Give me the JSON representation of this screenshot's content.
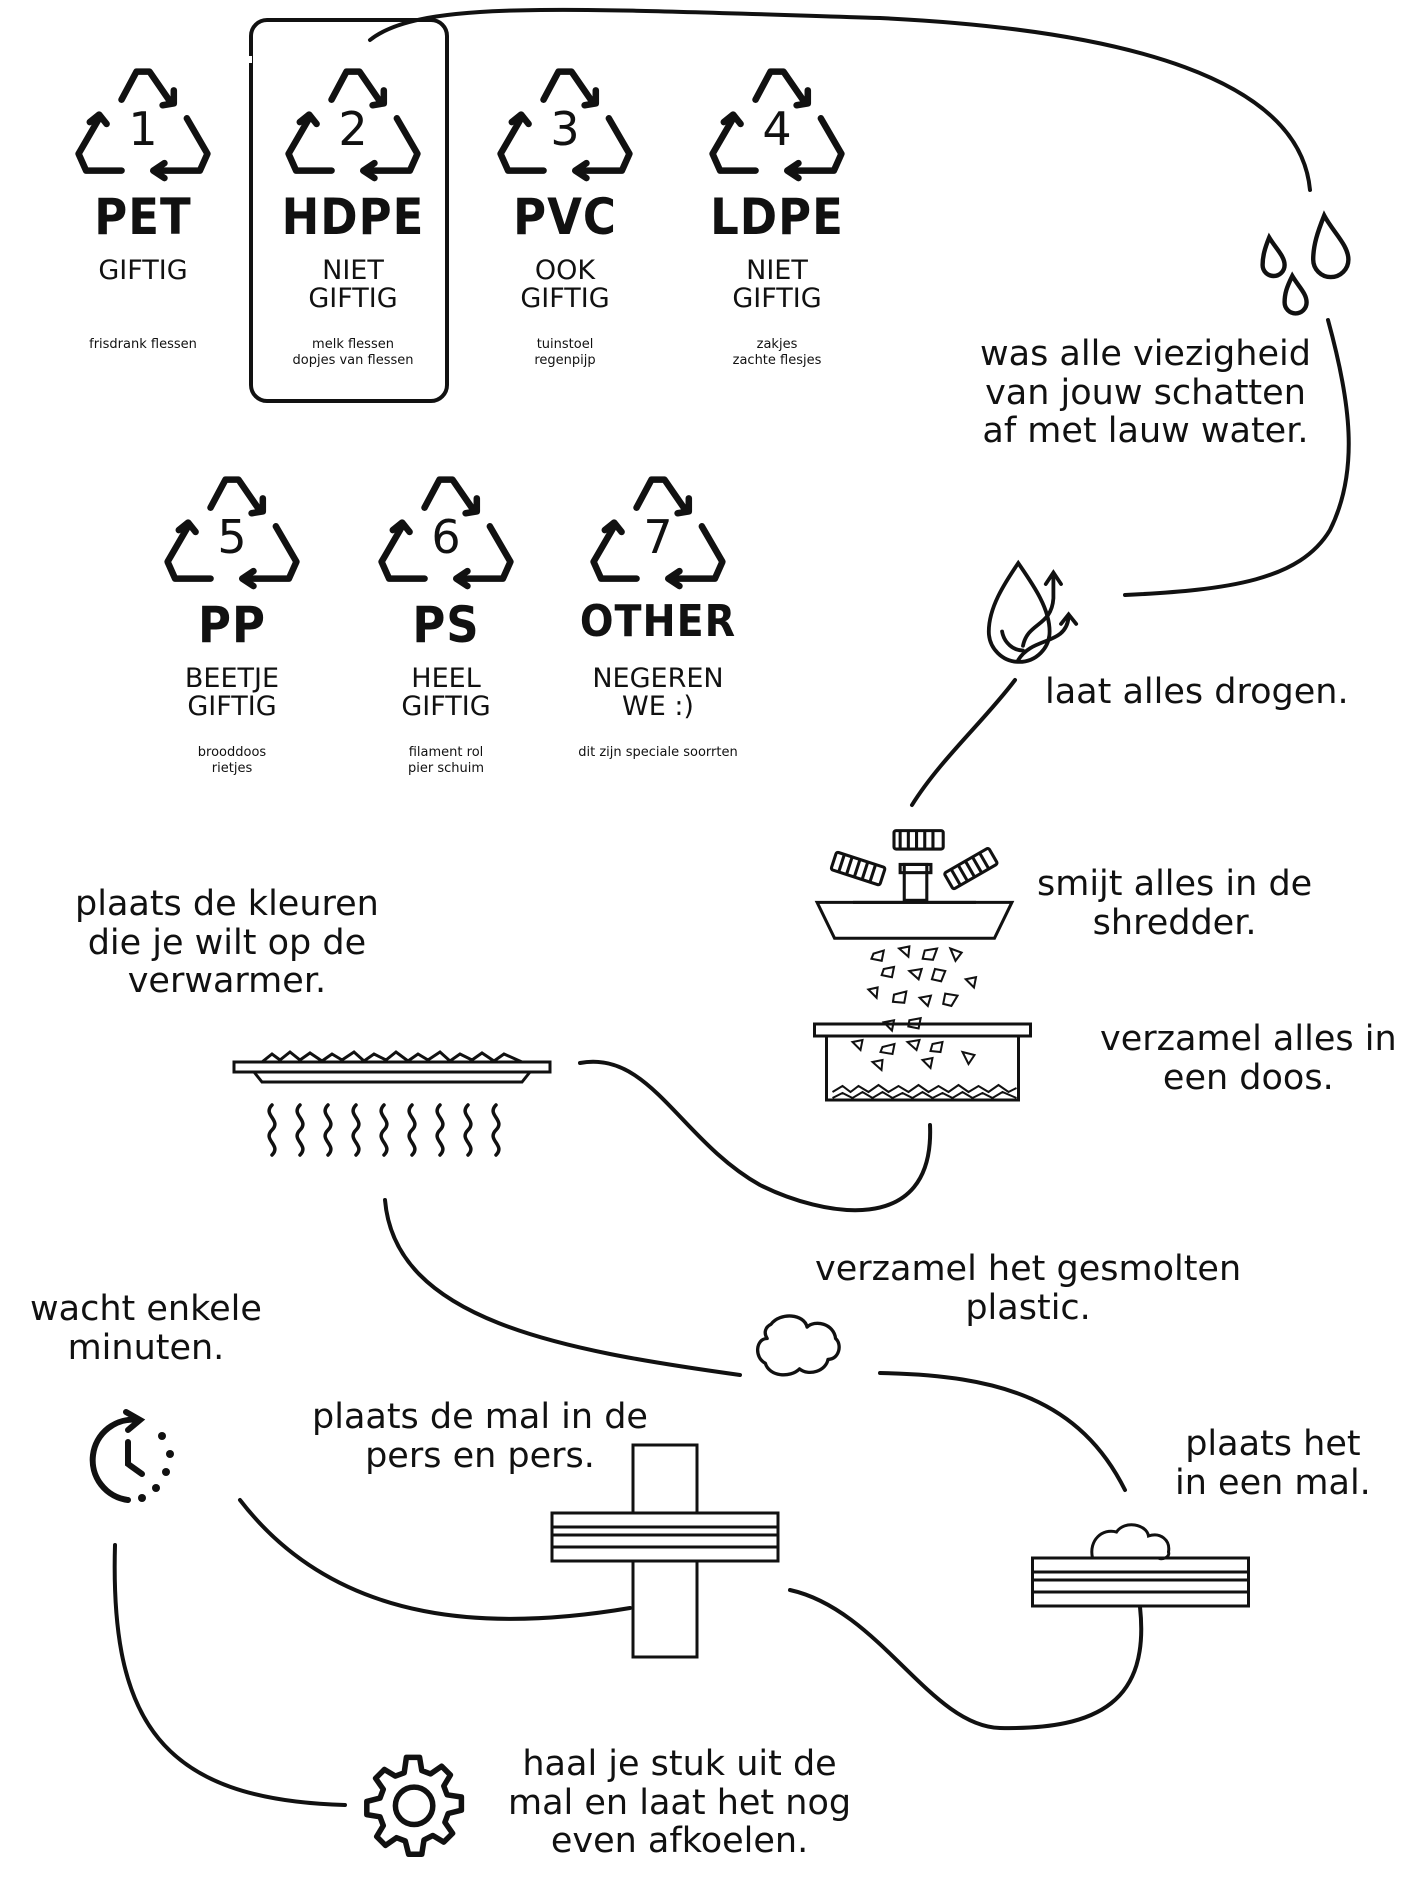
{
  "colors": {
    "ink": "#111111",
    "background": "#ffffff"
  },
  "plastics": [
    {
      "number": "1",
      "code": "PET",
      "toxicity": "GIFTIG",
      "examples": "frisdrank flessen",
      "highlighted": false
    },
    {
      "number": "2",
      "code": "HDPE",
      "toxicity": "NIET\nGIFTIG",
      "examples": "melk flessen\ndopjes van flessen",
      "highlighted": true
    },
    {
      "number": "3",
      "code": "PVC",
      "toxicity": "OOK\nGIFTIG",
      "examples": "tuinstoel\nregenpijp",
      "highlighted": false
    },
    {
      "number": "4",
      "code": "LDPE",
      "toxicity": "NIET\nGIFTIG",
      "examples": "zakjes\nzachte flesjes",
      "highlighted": false
    },
    {
      "number": "5",
      "code": "PP",
      "toxicity": "BEETJE\nGIFTIG",
      "examples": "brooddoos\nrietjes",
      "highlighted": false
    },
    {
      "number": "6",
      "code": "PS",
      "toxicity": "HEEL\nGIFTIG",
      "examples": "filament rol\npier schuim",
      "highlighted": false
    },
    {
      "number": "7",
      "code": "OTHER",
      "toxicity": "NEGEREN\nWE :)",
      "examples": "dit zijn speciale soorrten",
      "highlighted": false
    }
  ],
  "steps": {
    "wash": "was alle viezigheid\nvan jouw schatten\naf met lauw water.",
    "dry": "laat alles drogen.",
    "shred": "smijt alles in de\nshredder.",
    "collect_box": "verzamel alles in\neen doos.",
    "heater": "plaats de kleuren\ndie je wilt op de\nverwarmer.",
    "collect_melt": "verzamel het gesmolten\nplastic.",
    "mold": "plaats het\nin een mal.",
    "press": "plaats de mal in de\npers en pers.",
    "wait": "wacht enkele\nminuten.",
    "cool": "haal je stuk uit de\nmal en laat het nog\neven afkoelen."
  },
  "icons": [
    "water-drops-icon",
    "drying-icon",
    "shredder-icon",
    "collection-box-icon",
    "heater-icon",
    "melted-plastic-icon",
    "mold-icon",
    "press-icon",
    "timer-icon",
    "gear-icon"
  ]
}
